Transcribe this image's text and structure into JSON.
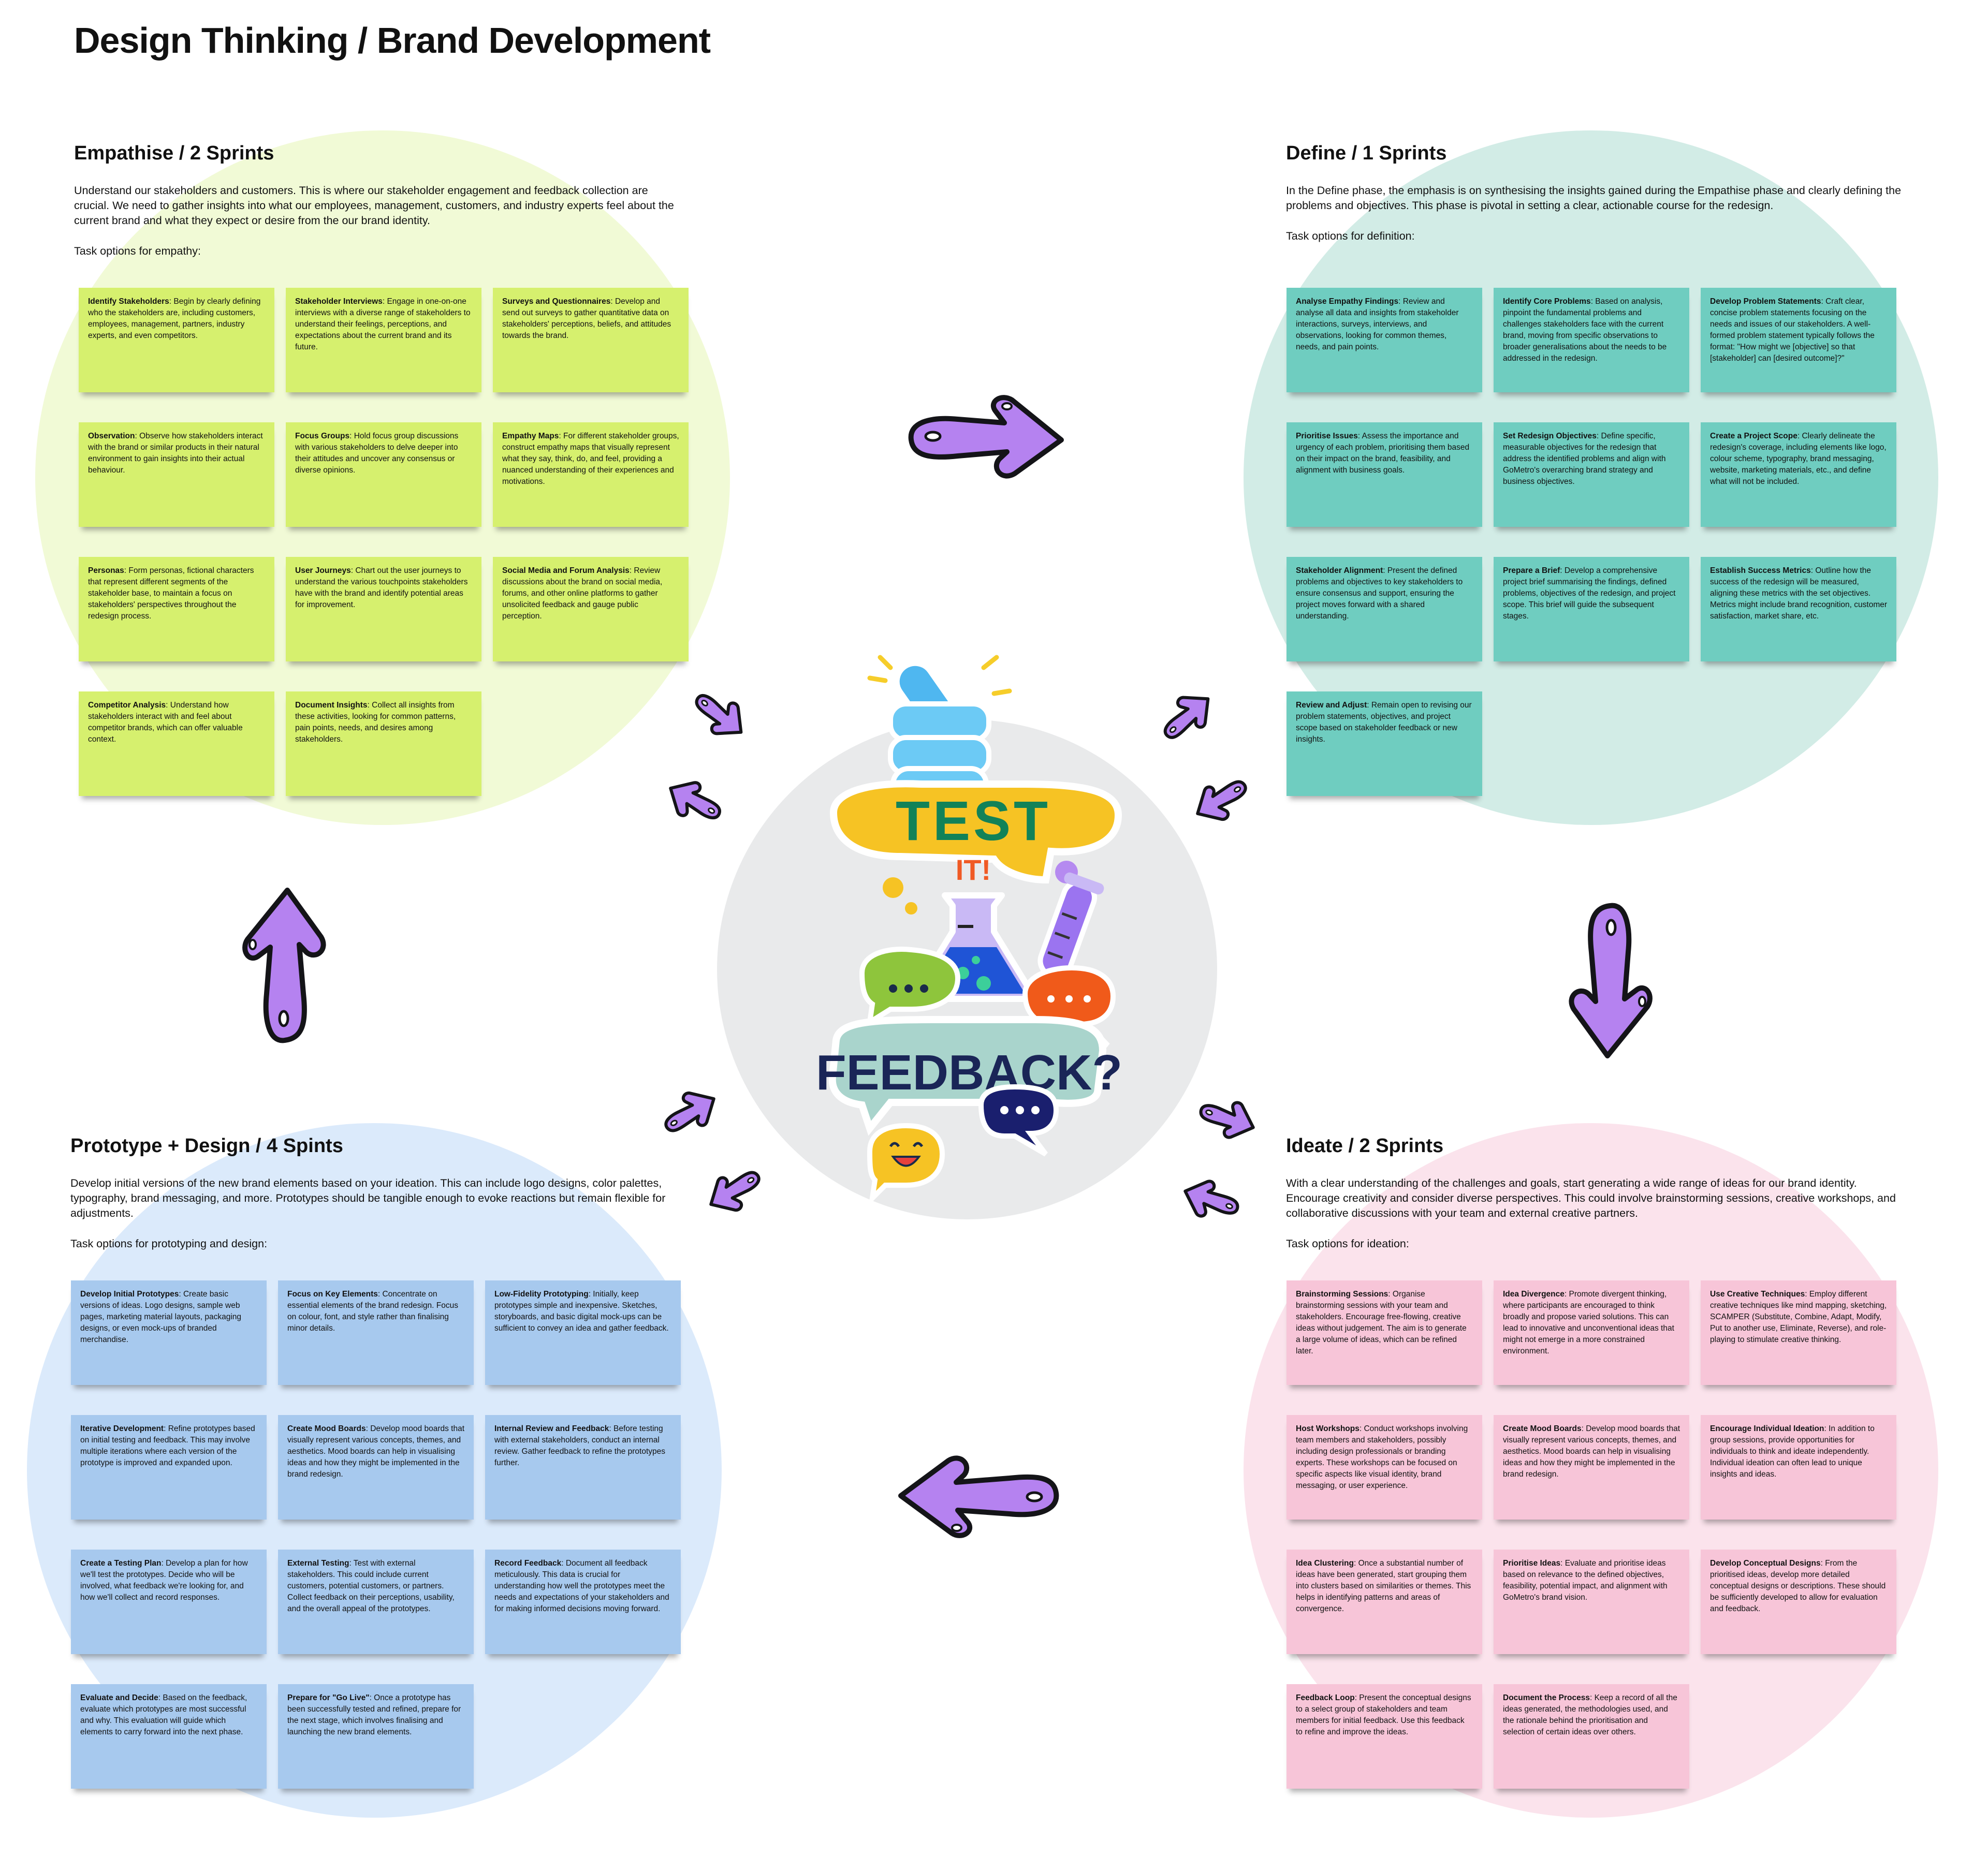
{
  "title": "Design Thinking / Brand Development",
  "colors": {
    "empathise_bg": "#f1fad6",
    "define_bg": "#d2ece6",
    "prototype_bg": "#dbeafb",
    "ideate_bg": "#fbe3ec",
    "center_bg": "#e9eaeb",
    "arrow_fill": "#b582f0",
    "arrow_stroke": "#141418"
  },
  "phases": {
    "empathise": {
      "title": "Empathise / 2 Sprints",
      "description": "Understand our stakeholders and customers. This is where our stakeholder engagement and feedback collection are crucial. We need to gather insights into what our employees, management, customers, and industry experts feel about the current brand and what they expect or desire from the our brand identity.",
      "task_label": "Task options for empathy:",
      "notes": [
        {
          "bold": "Identify Stakeholders",
          "text": ": Begin by clearly defining who the stakeholders are, including customers, employees, management, partners, industry experts, and even competitors."
        },
        {
          "bold": "Stakeholder Interviews",
          "text": ": Engage in one-on-one interviews with a diverse range of stakeholders to understand their feelings, perceptions, and expectations about the current brand and its future."
        },
        {
          "bold": "Surveys and Questionnaires",
          "text": ": Develop and send out surveys to gather quantitative data on stakeholders' perceptions, beliefs, and attitudes towards the brand."
        },
        {
          "bold": "Observation",
          "text": ": Observe how stakeholders interact with the brand or similar products in their natural environment to gain insights into their actual behaviour."
        },
        {
          "bold": "Focus Groups",
          "text": ": Hold focus group discussions with various stakeholders to delve deeper into their attitudes and uncover any consensus or diverse opinions."
        },
        {
          "bold": "Empathy Maps",
          "text": ": For different stakeholder groups, construct empathy maps that visually represent what they say, think, do, and feel, providing a nuanced understanding of their experiences and motivations."
        },
        {
          "bold": "Personas",
          "text": ": Form personas, fictional characters that represent different segments of the stakeholder base, to maintain a focus on stakeholders' perspectives throughout the redesign process."
        },
        {
          "bold": "User Journeys",
          "text": ": Chart out the user journeys to understand the various touchpoints stakeholders have with the brand and identify potential areas for improvement."
        },
        {
          "bold": "Social Media and Forum Analysis",
          "text": ": Review discussions about the brand on social media, forums, and other online platforms to gather unsolicited feedback and gauge public perception."
        },
        {
          "bold": "Competitor Analysis",
          "text": ": Understand how stakeholders interact with and feel about competitor brands, which can offer valuable context."
        },
        {
          "bold": "Document Insights",
          "text": ": Collect all insights from these activities, looking for common patterns, pain points, needs, and desires among stakeholders."
        }
      ]
    },
    "define": {
      "title": "Define / 1 Sprints",
      "description": "In the Define phase, the emphasis is on synthesising the insights gained during the Empathise phase and clearly defining the problems and objectives. This phase is pivotal in setting a clear, actionable course for the redesign.",
      "task_label": "Task options for definition:",
      "notes": [
        {
          "bold": "Analyse Empathy Findings",
          "text": ": Review and analyse all data and insights from stakeholder interactions, surveys, interviews, and observations, looking for common themes, needs, and pain points."
        },
        {
          "bold": "Identify Core Problems",
          "text": ": Based on analysis, pinpoint the fundamental problems and challenges stakeholders face with the current brand, moving from specific observations to broader generalisations about the needs to be addressed in the redesign."
        },
        {
          "bold": "Develop Problem Statements",
          "text": ": Craft clear, concise problem statements focusing on the needs and issues of our stakeholders. A well-formed problem statement typically follows the format: \"How might we [objective] so that [stakeholder] can [desired outcome]?\""
        },
        {
          "bold": "Prioritise Issues",
          "text": ": Assess the importance and urgency of each problem, prioritising them based on their impact on the brand, feasibility, and alignment with business goals."
        },
        {
          "bold": "Set Redesign Objectives",
          "text": ": Define specific, measurable objectives for the redesign that address the identified problems and align with GoMetro's overarching brand strategy and business objectives."
        },
        {
          "bold": "Create a Project Scope",
          "text": ": Clearly delineate the redesign's coverage, including elements like logo, colour scheme, typography, brand messaging, website, marketing materials, etc., and define what will not be included."
        },
        {
          "bold": "Stakeholder Alignment",
          "text": ": Present the defined problems and objectives to key stakeholders to ensure consensus and support, ensuring the project moves forward with a shared understanding."
        },
        {
          "bold": "Prepare a Brief",
          "text": ": Develop a comprehensive project brief summarising the findings, defined problems, objectives of the redesign, and project scope. This brief will guide the subsequent stages."
        },
        {
          "bold": "Establish Success Metrics",
          "text": ": Outline how the success of the redesign will be measured, aligning these metrics with the set objectives. Metrics might include brand recognition, customer satisfaction, market share, etc."
        },
        {
          "bold": "Review and Adjust",
          "text": ": Remain open to revising our problem statements, objectives, and project scope based on stakeholder feedback or new insights."
        }
      ]
    },
    "prototype": {
      "title": "Prototype + Design / 4 Spints",
      "description": "Develop initial versions of the new brand elements based on your ideation. This can include logo designs, color palettes, typography, brand messaging, and more. Prototypes should be tangible enough to evoke reactions but remain flexible for adjustments.",
      "task_label": "Task options for prototyping and design:",
      "notes": [
        {
          "bold": "Develop Initial Prototypes",
          "text": ": Create basic versions of  ideas. Logo designs, sample web pages, marketing material layouts, packaging designs, or even mock-ups of branded merchandise."
        },
        {
          "bold": "Focus on Key Elements",
          "text": ": Concentrate on essential elements of the brand redesign. Focus on colour, font, and style rather than finalising minor details."
        },
        {
          "bold": "Low-Fidelity Prototyping",
          "text": ": Initially, keep prototypes simple and inexpensive. Sketches, storyboards, and basic digital mock-ups can be sufficient to convey an idea and gather feedback."
        },
        {
          "bold": "Iterative Development",
          "text": ": Refine prototypes based on initial testing and feedback. This may involve multiple iterations where each version of the prototype is improved and expanded upon."
        },
        {
          "bold": "Create Mood Boards",
          "text": ": Develop mood boards that visually represent various concepts, themes, and aesthetics. Mood boards can help in visualising ideas and how they might be implemented in the brand redesign."
        },
        {
          "bold": "Internal Review and Feedback",
          "text": ": Before testing with external stakeholders, conduct an internal review. Gather feedback  to refine the prototypes further."
        },
        {
          "bold": "Create a Testing Plan",
          "text": ": Develop a plan for how we'll test the prototypes. Decide who will be involved, what feedback we're looking for, and how we'll collect and record responses."
        },
        {
          "bold": "External Testing",
          "text": ": Test  with external stakeholders. This could include current customers, potential customers, or partners. Collect feedback on their perceptions, usability, and the overall appeal of the prototypes."
        },
        {
          "bold": "Record Feedback",
          "text": ": Document all feedback meticulously. This data is crucial for understanding how well the prototypes meet the needs and expectations of your stakeholders and for making informed decisions moving forward."
        },
        {
          "bold": "Evaluate and Decide",
          "text": ": Based on the feedback, evaluate which prototypes are most successful and why. This evaluation will guide which elements to carry forward into the next phase."
        },
        {
          "bold": "Prepare for \"Go Live\"",
          "text": ": Once a prototype has been successfully tested and refined, prepare for the next stage, which involves finalising and launching the new brand elements."
        }
      ]
    },
    "ideate": {
      "title": "Ideate / 2 Sprints",
      "description": "With a clear understanding of the challenges and goals, start generating a wide range of ideas for our brand identity. Encourage creativity and consider diverse perspectives. This could involve brainstorming sessions, creative workshops, and collaborative discussions with your team and external creative partners.",
      "task_label": "Task options for ideation:",
      "notes": [
        {
          "bold": "Brainstorming Sessions",
          "text": ": Organise brainstorming sessions with your team and stakeholders. Encourage free-flowing, creative ideas without judgement. The aim is to generate a large volume of ideas, which can be refined later."
        },
        {
          "bold": "Idea Divergence",
          "text": ": Promote divergent thinking, where participants are encouraged to think broadly and propose varied solutions. This can lead to innovative and unconventional ideas that might not emerge in a more constrained environment."
        },
        {
          "bold": "Use Creative Techniques",
          "text": ": Employ different creative techniques like mind mapping, sketching, SCAMPER (Substitute, Combine, Adapt, Modify, Put to another use, Eliminate, Reverse), and role-playing to stimulate creative thinking."
        },
        {
          "bold": "Host Workshops",
          "text": ": Conduct workshops involving team members and stakeholders, possibly including design professionals or branding experts. These workshops can be focused on specific aspects like visual identity, brand messaging, or user experience."
        },
        {
          "bold": "Create Mood Boards",
          "text": ": Develop mood boards that visually represent various concepts, themes, and aesthetics. Mood boards can help in visualising ideas and how they might be implemented in the brand redesign."
        },
        {
          "bold": "Encourage Individual Ideation",
          "text": ": In addition to group sessions, provide opportunities for individuals to think and ideate independently. Individual ideation can often lead to unique insights and ideas."
        },
        {
          "bold": "Idea Clustering",
          "text": ": Once a substantial number of ideas have been generated, start grouping them into clusters based on similarities or themes. This helps in identifying patterns and areas of convergence."
        },
        {
          "bold": "Prioritise Ideas",
          "text": ": Evaluate and prioritise ideas based on  relevance to the defined objectives, feasibility, potential impact, and alignment with GoMetro's brand vision."
        },
        {
          "bold": "Develop Conceptual Designs",
          "text": ": From the prioritised ideas, develop more detailed conceptual designs or descriptions. These should be sufficiently developed to allow for evaluation and feedback."
        },
        {
          "bold": "Feedback Loop",
          "text": ": Present the conceptual designs to a select group of stakeholders and team members for initial feedback. Use this feedback to refine and improve the ideas."
        },
        {
          "bold": "Document the Process",
          "text": ": Keep a record of all the ideas generated, the methodologies used, and the rationale behind the prioritisation and selection of certain ideas over others."
        }
      ]
    }
  },
  "sticker": {
    "test": "TEST",
    "it": "IT!",
    "feedback": "FEEDBACK?",
    "icons": [
      "hand-icon",
      "flask-icon",
      "test-tube-icon",
      "chat-bubble-icon",
      "smiley-icon"
    ]
  }
}
